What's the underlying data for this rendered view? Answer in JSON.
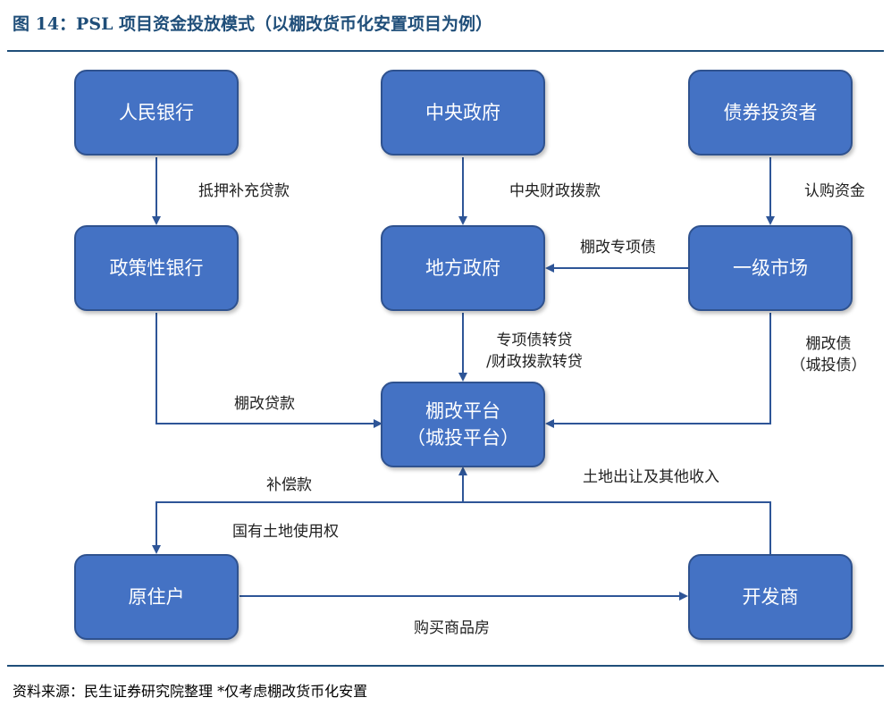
{
  "header": {
    "title": "图 14：PSL 项目资金投放模式（以棚改货币化安置项目为例）"
  },
  "nodes": {
    "pboc": "人民银行",
    "central_gov": "中央政府",
    "bond_investors": "债券投资者",
    "policy_bank": "政策性银行",
    "local_gov": "地方政府",
    "primary_market": "一级市场",
    "platform": "棚改平台\n（城投平台）",
    "residents": "原住户",
    "developer": "开发商"
  },
  "edges": {
    "pledge_supplementary_loan": "抵押补充贷款",
    "central_fiscal_allocation": "中央财政拨款",
    "subscription_funds": "认购资金",
    "shanty_special_bonds": "棚改专项债",
    "special_bond_relending": "专项债转贷\n/财政拨款转贷",
    "shanty_bonds_urban": "棚改债\n（城投债）",
    "shanty_loans": "棚改贷款",
    "compensation": "补偿款",
    "land_transfer_income": "土地出让及其他收入",
    "state_land_use_rights": "国有土地使用权",
    "buy_commercial_housing": "购买商品房"
  },
  "footer": {
    "source": "资料来源：民生证券研究院整理 *仅考虑棚改货币化安置"
  },
  "colors": {
    "box_fill": "#4472c4",
    "box_border": "#2f528f",
    "arrow": "#2e5597",
    "title": "#1f4e79"
  }
}
